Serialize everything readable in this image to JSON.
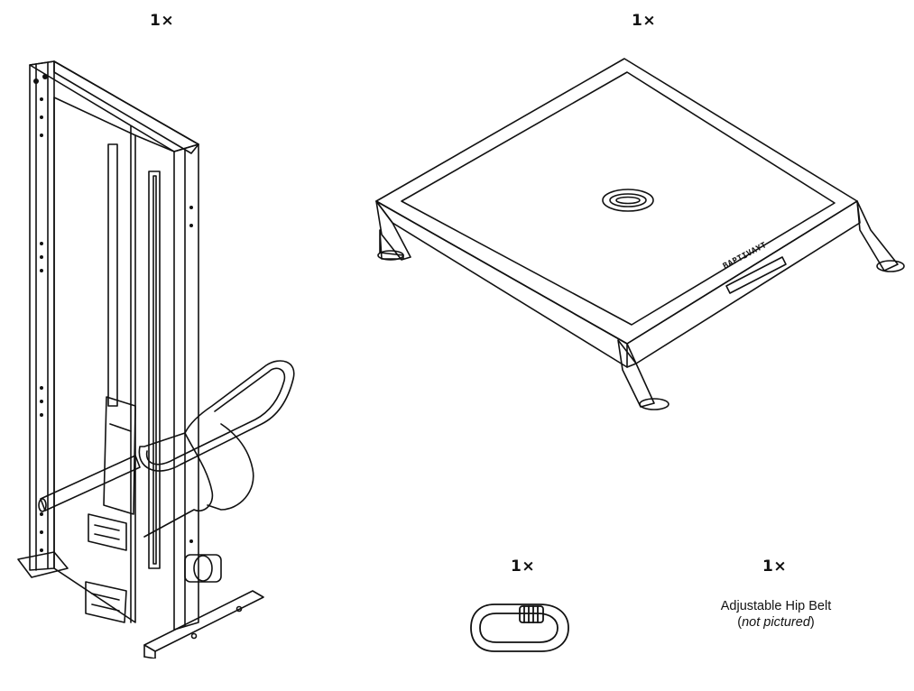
{
  "items": [
    {
      "qty": "1×",
      "name": "",
      "icon": "cable-tower-frame-icon"
    },
    {
      "qty": "1×",
      "name": "",
      "icon": "platform-stand-icon"
    },
    {
      "qty": "1×",
      "name": "",
      "icon": "carabiner-icon"
    },
    {
      "qty": "1×",
      "name": "Adjustable Hip Belt",
      "note_prefix": "(",
      "note": "not pictured",
      "note_suffix": ")"
    }
  ],
  "platform_logo": "BAPTIVAYT",
  "colors": {
    "line": "#111111",
    "background": "#ffffff"
  }
}
